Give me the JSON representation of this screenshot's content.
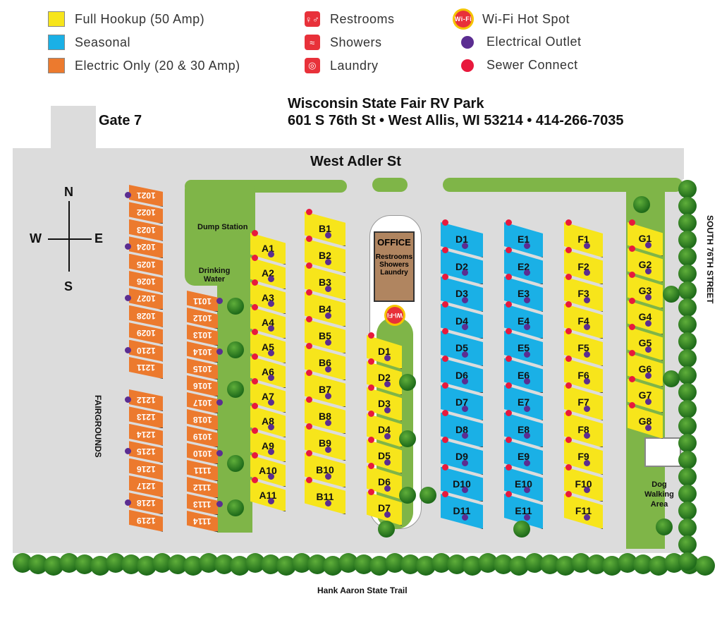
{
  "legend": {
    "site_types": [
      {
        "label": "Full Hookup (50 Amp)",
        "color": "#f7e51b"
      },
      {
        "label": "Seasonal",
        "color": "#1ab0e6"
      },
      {
        "label": "Electric Only (20 & 30 Amp)",
        "color": "#ec7a2e"
      }
    ],
    "amenities": [
      {
        "label": "Restrooms",
        "icon": "restroom-icon",
        "glyph": "🚻"
      },
      {
        "label": "Showers",
        "icon": "shower-icon",
        "glyph": "🚿"
      },
      {
        "label": "Laundry",
        "icon": "laundry-icon",
        "glyph": "▣"
      }
    ],
    "markers": [
      {
        "label": "Wi-Fi Hot Spot",
        "icon": "wifi-hotspot-icon",
        "badge": "Wi-Fi"
      },
      {
        "label": "Electrical Outlet",
        "icon": "electrical-outlet-icon",
        "color": "#5b2d91"
      },
      {
        "label": "Sewer Connect",
        "icon": "sewer-connect-icon",
        "color": "#e8193c"
      }
    ]
  },
  "header": {
    "title": "Wisconsin State Fair RV Park",
    "address": "601 S 76th St • West Allis, WI 53214 • 414-266-7035",
    "gate": "Gate 7"
  },
  "streets": {
    "north": "West Adler St",
    "east": "SOUTH 76TH STREET",
    "south": "Hank Aaron State Trail",
    "west": "FAIRGROUNDS"
  },
  "compass": {
    "n": "N",
    "s": "S",
    "e": "E",
    "w": "W"
  },
  "facilities": {
    "dump": "Dump Station",
    "water": "Drinking Water",
    "office": "OFFICE",
    "office_services": [
      "Restrooms",
      "Showers",
      "Laundry"
    ],
    "dog_area": "Dog Walking Area",
    "wifi_badge": "Wi-Fi"
  },
  "columns": [
    {
      "id": "col-1021",
      "type": "electric",
      "rotated": true,
      "sites": [
        "1021",
        "1022",
        "1023",
        "1024",
        "1025",
        "1026",
        "1027",
        "1028",
        "1029",
        "1210",
        "1211"
      ]
    },
    {
      "id": "col-1212",
      "type": "electric",
      "rotated": true,
      "sites": [
        "1212",
        "1213",
        "1214",
        "1215",
        "1216",
        "1217",
        "1218",
        "1219"
      ]
    },
    {
      "id": "col-1011",
      "type": "electric",
      "rotated": true,
      "sites": [
        "1011",
        "1012",
        "1013",
        "1014",
        "1015",
        "1016",
        "1017",
        "1018",
        "1019",
        "1010",
        "1111",
        "1112",
        "1113",
        "1114"
      ]
    },
    {
      "id": "col-a",
      "type": "full",
      "sites": [
        "A1",
        "A2",
        "A3",
        "A4",
        "A5",
        "A6",
        "A7",
        "A8",
        "A9",
        "A10",
        "A11"
      ]
    },
    {
      "id": "col-b",
      "type": "full",
      "sites": [
        "B1",
        "B2",
        "B3",
        "B4",
        "B5",
        "B6",
        "B7",
        "B8",
        "B9",
        "B10",
        "B11"
      ]
    },
    {
      "id": "col-d-yellow",
      "type": "full",
      "sites": [
        "D1",
        "D2",
        "D3",
        "D4",
        "D5",
        "D6",
        "D7"
      ]
    },
    {
      "id": "col-d-blue",
      "type": "seasonal",
      "sites": [
        "D1",
        "D2",
        "D3",
        "D4",
        "D5",
        "D6",
        "D7",
        "D8",
        "D9",
        "D10",
        "D11"
      ]
    },
    {
      "id": "col-e",
      "type": "seasonal",
      "sites": [
        "E1",
        "E2",
        "E3",
        "E4",
        "E5",
        "E6",
        "E7",
        "E8",
        "E9",
        "E10",
        "E11"
      ]
    },
    {
      "id": "col-f",
      "type": "full",
      "sites": [
        "F1",
        "F2",
        "F3",
        "F4",
        "F5",
        "F6",
        "F7",
        "F8",
        "F9",
        "F10",
        "F11"
      ]
    },
    {
      "id": "col-g",
      "type": "full",
      "sites": [
        "G1",
        "G2",
        "G3",
        "G4",
        "G5",
        "G6",
        "G7",
        "G8"
      ]
    }
  ],
  "colors": {
    "full": "#f7e51b",
    "seasonal": "#1ab0e6",
    "electric": "#ec7a2e",
    "grass": "#7fb548",
    "road": "#dcdcdc",
    "outlet": "#5b2d91",
    "sewer": "#e8193c",
    "office": "#b08560"
  }
}
